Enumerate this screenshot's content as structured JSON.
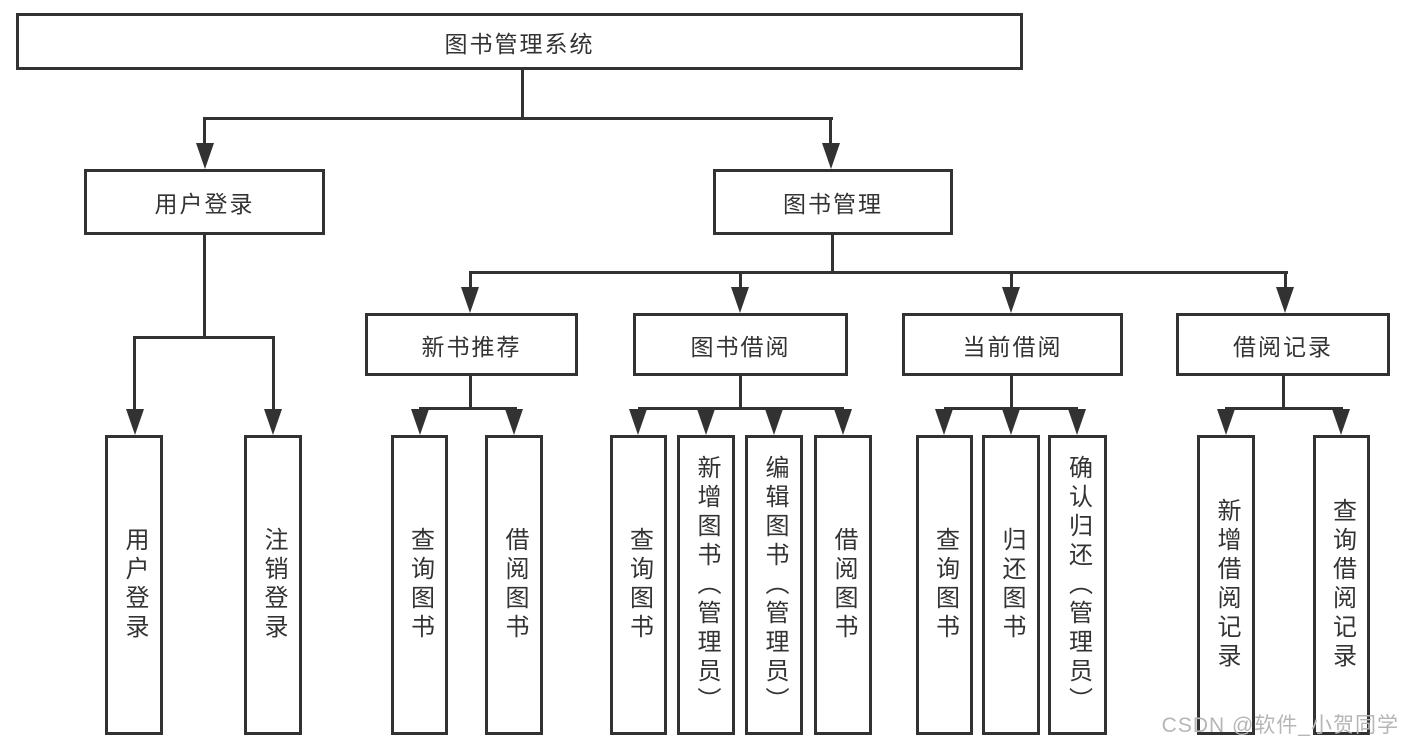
{
  "diagram_title": "图书管理系统",
  "watermark": "CSDN @软件_小贺同学",
  "colors": {
    "line": "#323232",
    "text": "#333333",
    "box_background": "#ffffff",
    "watermark": "#b6b6b6"
  },
  "nodes": {
    "root": "图书管理系统",
    "user_login": "用户登录",
    "book_mgmt": "图书管理",
    "new_book_rec": "新书推荐",
    "book_borrow": "图书借阅",
    "current_borrow": "当前借阅",
    "borrow_records": "借阅记录",
    "leaf_user_login": "用户登录",
    "leaf_logout": "注销登录",
    "leaf_nbr_query": "查询图书",
    "leaf_nbr_borrow": "借阅图书",
    "leaf_bb_query": "查询图书",
    "leaf_bb_add": "新增图书（管理员）",
    "leaf_bb_edit": "编辑图书（管理员）",
    "leaf_bb_borrow": "借阅图书",
    "leaf_cb_query": "查询图书",
    "leaf_cb_return": "归还图书",
    "leaf_cb_confirm": "确认归还（管理员）",
    "leaf_br_add": "新增借阅记录",
    "leaf_br_query": "查询借阅记录"
  },
  "tree": {
    "label": "图书管理系统",
    "children": [
      {
        "label": "用户登录",
        "children": [
          {
            "label": "用户登录"
          },
          {
            "label": "注销登录"
          }
        ]
      },
      {
        "label": "图书管理",
        "children": [
          {
            "label": "新书推荐",
            "children": [
              {
                "label": "查询图书"
              },
              {
                "label": "借阅图书"
              }
            ]
          },
          {
            "label": "图书借阅",
            "children": [
              {
                "label": "查询图书"
              },
              {
                "label": "新增图书（管理员）"
              },
              {
                "label": "编辑图书（管理员）"
              },
              {
                "label": "借阅图书"
              }
            ]
          },
          {
            "label": "当前借阅",
            "children": [
              {
                "label": "查询图书"
              },
              {
                "label": "归还图书"
              },
              {
                "label": "确认归还（管理员）"
              }
            ]
          },
          {
            "label": "借阅记录",
            "children": [
              {
                "label": "新增借阅记录"
              },
              {
                "label": "查询借阅记录"
              }
            ]
          }
        ]
      }
    ]
  }
}
